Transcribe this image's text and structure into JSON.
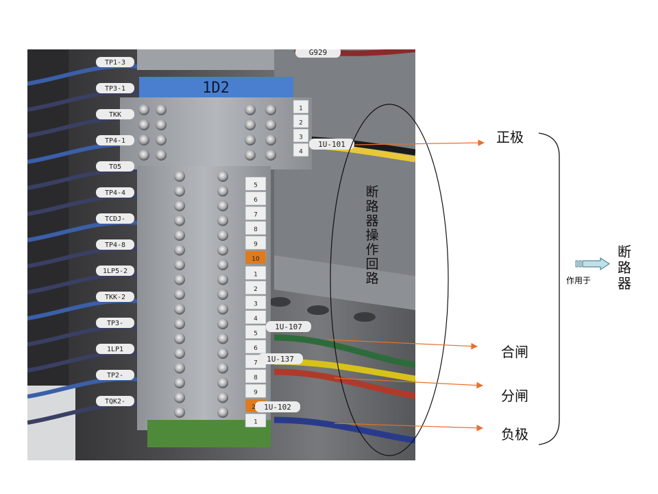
{
  "photo": {
    "block_label": "1D2",
    "top_terminals": [
      "1",
      "2",
      "3",
      "4"
    ],
    "terminals_a": [
      "5",
      "6",
      "7",
      "8",
      "9",
      "10"
    ],
    "terminals_b": [
      "1",
      "2",
      "3",
      "4",
      "5",
      "6",
      "7",
      "8",
      "9",
      "20",
      "1"
    ],
    "left_wire_tags": [
      "TP1-3",
      "TP3-1",
      "TKK",
      "TP4-1",
      "TO5",
      "TP4-4",
      "TCDJ-",
      "TP4-8",
      "1LP5-2",
      "TKK-2",
      "TP3-",
      "1LP1",
      "TP2-",
      "TQK2-"
    ],
    "right_wire_tags": [
      "G929",
      "1U-101",
      "1U-107",
      "1U-137",
      "1U-102"
    ]
  },
  "annotations": {
    "circuit_label": "断路器操作回路",
    "positive": "正极",
    "close": "合闸",
    "open": "分闸",
    "negative": "负极",
    "acts_on": "作用于",
    "target": "断路器"
  },
  "colors": {
    "arrow": "#e8702a",
    "block_arrow_fill": "#bfe0ea",
    "block_arrow_stroke": "#3a6f7e"
  }
}
